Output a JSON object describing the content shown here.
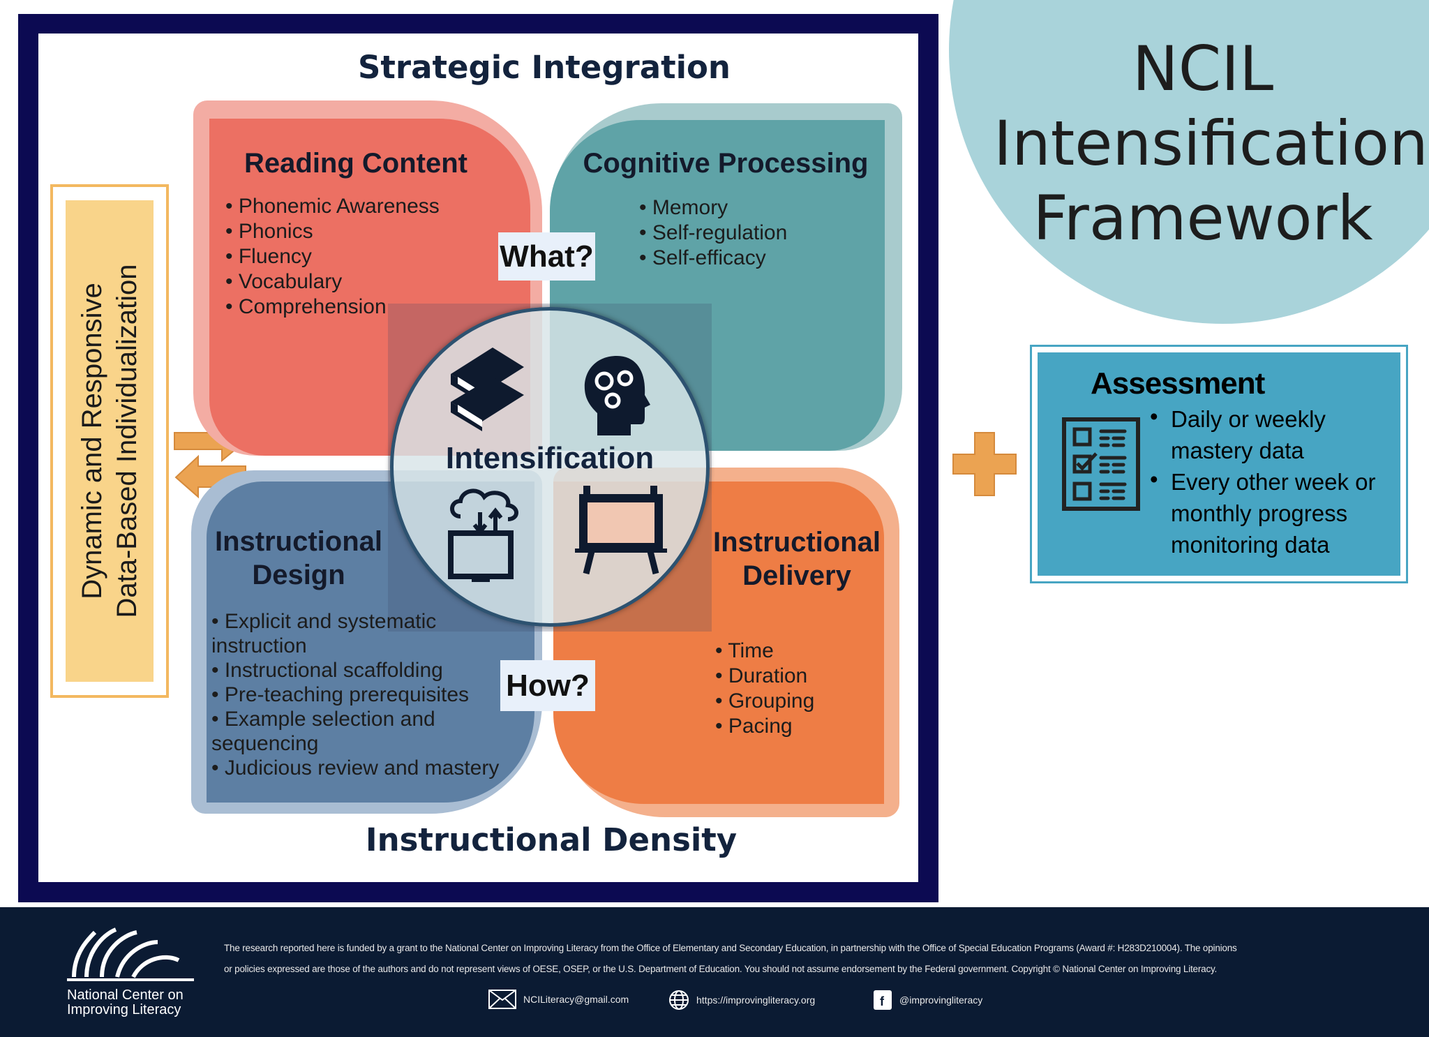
{
  "framework": {
    "title_lines": [
      "NCIL",
      "Intensification",
      "Framework"
    ]
  },
  "diagram": {
    "top_label": "Strategic Integration",
    "bottom_label": "Instructional Density",
    "side_label_lines": [
      "Dynamic and Responsive",
      "Data-Based Individualization"
    ],
    "center_label": "Intensification",
    "what_label": "What?",
    "how_label": "How?",
    "reading": {
      "title": "Reading Content",
      "items": [
        "Phonemic Awareness",
        "Phonics",
        "Fluency",
        "Vocabulary",
        "Comprehension"
      ]
    },
    "cognitive": {
      "title": "Cognitive Processing",
      "items": [
        "Memory",
        "Self-regulation",
        "Self-efficacy"
      ]
    },
    "design": {
      "title_lines": [
        "Instructional",
        "Design"
      ],
      "items": [
        "Explicit and systematic instruction",
        "Instructional scaffolding",
        "Pre-teaching prerequisites",
        "Example selection and sequencing",
        "Judicious review and mastery"
      ]
    },
    "delivery": {
      "title_lines": [
        "Instructional",
        "Delivery"
      ],
      "items": [
        "Time",
        "Duration",
        "Grouping",
        "Pacing"
      ]
    }
  },
  "assessment": {
    "title": "Assessment",
    "items": [
      "Daily or weekly mastery data",
      "Every other week or monthly progress monitoring data"
    ]
  },
  "footer": {
    "org_lines": [
      "National Center on",
      "Improving Literacy"
    ],
    "disclaimer_lines": [
      "The research reported here is funded by a grant to the National Center on Improving Literacy from the Office of Elementary and Secondary Education, in partnership with the Office of Special Education Programs (Award #: H283D210004). The opinions",
      "or policies expressed are those of the authors and do not represent views of OESE, OSEP, or the U.S. Department of Education. You should not assume endorsement by the Federal government. Copyright © National Center on Improving Literacy."
    ],
    "email": "NCILiteracy@gmail.com",
    "website": "https://improvingliteracy.org",
    "facebook": "@improvingliteracy"
  },
  "colors": {
    "navy": "#0c0a52",
    "red": "#ec7063",
    "teal": "#5fa3a7",
    "blue": "#5d7fa3",
    "orange": "#ee7d45",
    "assessment": "#47a5c3",
    "accent": "#e8a050"
  }
}
